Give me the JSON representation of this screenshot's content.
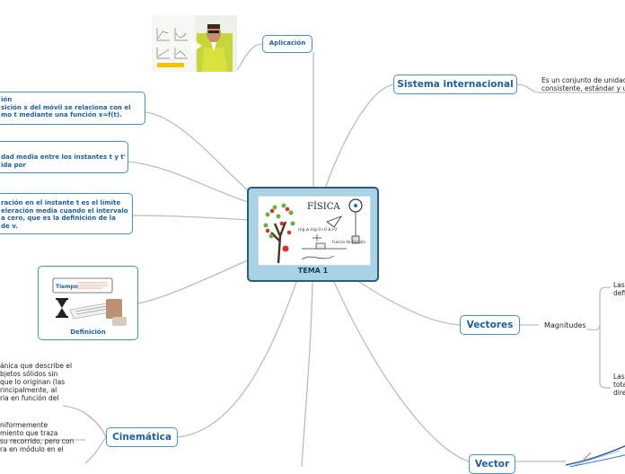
{
  "central": {
    "title": "TEMA 1",
    "image_words": {
      "fisica": "FÍSICA",
      "formula": "mg ∆ mg 0+0 ∆+0",
      "force": "Fuerza de fricción"
    }
  },
  "topics": {
    "aplicacion": "Aplicación",
    "sistema_internacional": "Sistema internacional",
    "vectores": "Vectores",
    "cinematica": "Cinemática",
    "vector": "Vector",
    "definicion": "Definición"
  },
  "notes": {
    "si_description": [
      "Es un conjunto de unidad",
      "consistente, estándar y u"
    ],
    "magnitudes": "Magnitudes",
    "las_1": [
      "Las",
      "defi"
    ],
    "las_2": [
      "Las",
      "tota",
      "dire"
    ]
  },
  "left_cards": {
    "posicion": [
      "ión",
      "sición x del móvil se relaciona con el",
      "mo t mediante una función x=f(t)."
    ],
    "velocidad_media": [
      "dad media entre los instantes t y t'",
      "ida por"
    ],
    "aceleracion": [
      "ración en el instante t es el límite",
      "eleración media cuando el intervalo",
      " a cero, que es la definición de la",
      " de v."
    ]
  },
  "cinematica_notes": {
    "definition": [
      "ánica que describe el",
      "bjetos sólidos sin",
      "que lo originan (las",
      "rincipalmente, al",
      "ria en función del"
    ],
    "uniforme": [
      "niformemente",
      "miento que traza",
      "su recorrido, pero con",
      "ra en módulo en el"
    ]
  },
  "definicion_card": {
    "image_word": "Tiempo"
  },
  "colors": {
    "accent": "#4a8fc8",
    "label_text": "#1c5f9e",
    "central_fill": "#a9d3e4",
    "central_border": "#2d5b7a",
    "connector": "#b8bec4"
  },
  "icons": {
    "play": "play-icon",
    "hourglass": "hourglass-icon"
  }
}
